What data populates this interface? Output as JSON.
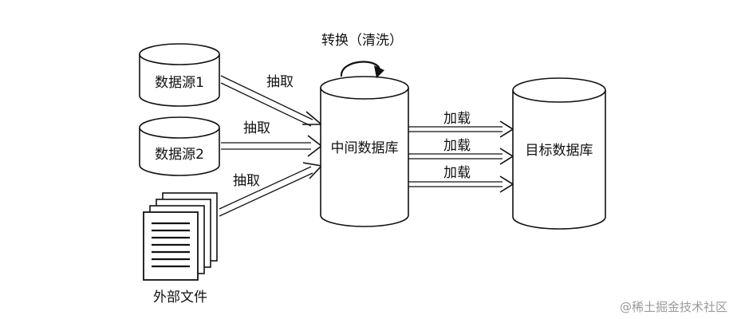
{
  "sources": {
    "source1": "数据源1",
    "source2": "数据源2",
    "files": "外部文件"
  },
  "middle_db": "中间数据库",
  "target_db": "目标数据库",
  "transform": "转换（清洗）",
  "extract_labels": [
    "抽取",
    "抽取",
    "抽取"
  ],
  "load_labels": [
    "加载",
    "加载",
    "加载"
  ],
  "watermark": "@稀土掘金技术社区"
}
